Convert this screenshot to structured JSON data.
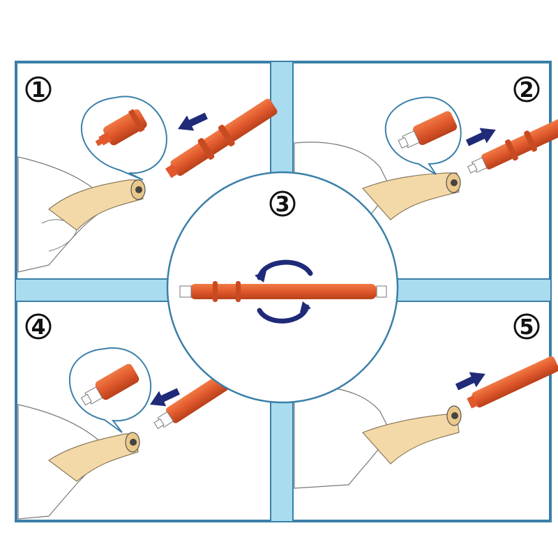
{
  "steps": [
    {
      "number": "1",
      "symbol": "①"
    },
    {
      "number": "2",
      "symbol": "②"
    },
    {
      "number": "3",
      "symbol": "③"
    },
    {
      "number": "4",
      "symbol": "④"
    },
    {
      "number": "5",
      "symbol": "⑤"
    }
  ],
  "colors": {
    "frame": "#a9dcef",
    "outline": "#3a7fa8",
    "tube": "#e0582c",
    "tube_dark": "#8a2a12",
    "arrow": "#1f2a78",
    "skin": "#f4d9a8",
    "glove": "#ffffff"
  },
  "icons": [
    "bubble-callout",
    "arrow-icon",
    "rotate-arrows-icon",
    "tube-tip",
    "handpiece"
  ]
}
